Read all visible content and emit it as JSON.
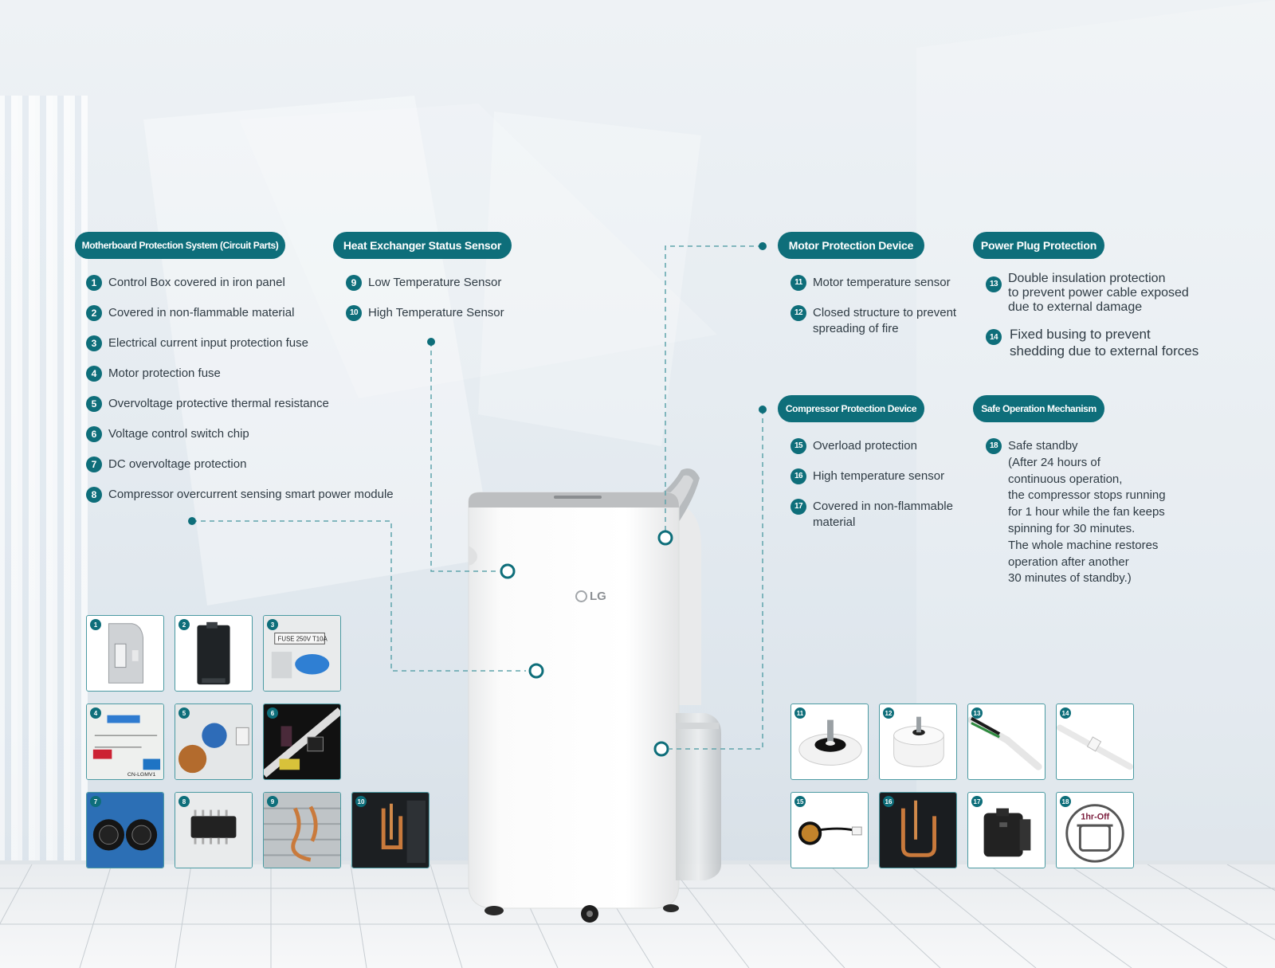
{
  "colors": {
    "accent": "#0e6e7a",
    "border": "#4b9aa2",
    "text": "#2f3b44"
  },
  "brand_logo": "LG",
  "groups": {
    "motherboard": {
      "title": "Motherboard Protection System (Circuit Parts)",
      "items": [
        {
          "n": "1",
          "text": "Control Box covered in iron panel"
        },
        {
          "n": "2",
          "text": "Covered in non-flammable material"
        },
        {
          "n": "3",
          "text": "Electrical current input protection fuse"
        },
        {
          "n": "4",
          "text": "Motor protection fuse"
        },
        {
          "n": "5",
          "text": "Overvoltage protective thermal resistance"
        },
        {
          "n": "6",
          "text": "Voltage control switch chip"
        },
        {
          "n": "7",
          "text": "DC overvoltage protection"
        },
        {
          "n": "8",
          "text": "Compressor overcurrent sensing smart power module"
        }
      ]
    },
    "heat_exchanger": {
      "title": "Heat Exchanger Status Sensor",
      "items": [
        {
          "n": "9",
          "text": "Low Temperature Sensor"
        },
        {
          "n": "10",
          "text": "High Temperature Sensor"
        }
      ]
    },
    "motor": {
      "title": "Motor Protection Device",
      "items": [
        {
          "n": "11",
          "text": "Motor temperature sensor"
        },
        {
          "n": "12",
          "text": "Closed structure to prevent\nspreading of fire"
        }
      ]
    },
    "power_plug": {
      "title": "Power Plug Protection",
      "items": [
        {
          "n": "13",
          "text": "Double insulation protection\nto prevent power cable exposed\ndue to external damage"
        },
        {
          "n": "14",
          "text": "Fixed busing to prevent\nshedding due to external forces"
        }
      ]
    },
    "compressor": {
      "title": "Compressor Protection Device",
      "items": [
        {
          "n": "15",
          "text": "Overload protection"
        },
        {
          "n": "16",
          "text": "High temperature sensor"
        },
        {
          "n": "17",
          "text": "Covered in non-flammable\nmaterial"
        }
      ]
    },
    "safe_operation": {
      "title": "Safe Operation Mechanism",
      "items": [
        {
          "n": "18",
          "text": "Safe standby\n (After 24 hours of\ncontinuous operation,\nthe compressor stops running\nfor 1 hour while the fan keeps\nspinning for 30 minutes.\nThe whole machine restores\noperation after another\n30 minutes of standby.)"
        }
      ]
    }
  },
  "thumbnails": {
    "t1": "1",
    "t2": "2",
    "t3": "3",
    "t4": "4",
    "t5": "5",
    "t6": "6",
    "t7": "7",
    "t8": "8",
    "t9": "9",
    "t10": "10",
    "t11": "11",
    "t12": "12",
    "t13": "13",
    "t14": "14",
    "t15": "15",
    "t16": "16",
    "t17": "17",
    "t18": "18"
  },
  "thumb_labels": {
    "fuse_label": "FUSE 250V T10A",
    "board_label": "CN-LGMV1",
    "standby_label": "1hr-Off"
  }
}
